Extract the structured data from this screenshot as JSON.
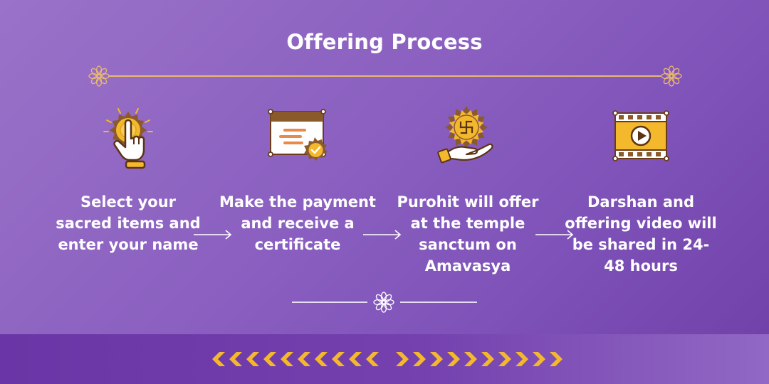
{
  "title": "Offering Process",
  "steps": [
    {
      "label": "Select your sacred items and enter your name",
      "icon": "tap-hand-icon"
    },
    {
      "label": "Make the payment and receive a certificate",
      "icon": "certificate-icon"
    },
    {
      "label": "Purohit will offer at the temple sanctum on Amavasya",
      "icon": "swastika-offering-icon"
    },
    {
      "label": "Darshan and offering video will be shared in 24-48 hours",
      "icon": "video-play-icon"
    }
  ],
  "colors": {
    "background": "#8a5fc0",
    "accent_gold": "#e9b872",
    "icon_yellow": "#f4b82c",
    "icon_brown": "#8b5a2b",
    "text": "#ffffff"
  }
}
